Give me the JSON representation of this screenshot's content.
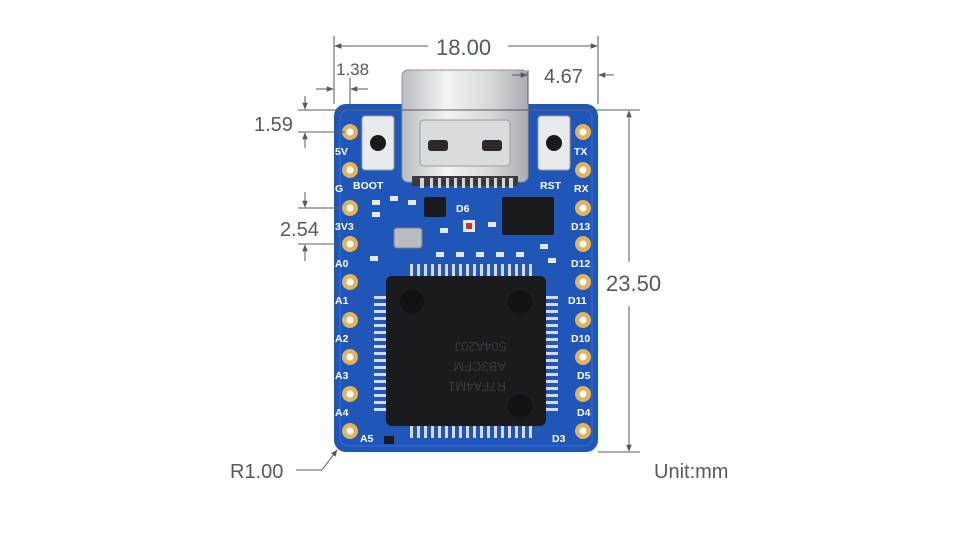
{
  "dimensions": {
    "width": "18.00",
    "left_offset": "1.38",
    "right_offset": "4.67",
    "top_offset": "1.59",
    "pin_pitch": "2.54",
    "height": "23.50",
    "corner_radius": "R1.00",
    "unit": "Unit:mm"
  },
  "board": {
    "left_pins": [
      "5V",
      "G",
      "3V3",
      "A0",
      "A1",
      "A2",
      "A3",
      "A4",
      "A5"
    ],
    "right_pins": [
      "TX",
      "RX",
      "D13",
      "D12",
      "D11",
      "D10",
      "D5",
      "D4",
      "D3"
    ],
    "button_labels": [
      "BOOT",
      "RST"
    ],
    "led_label": "D6",
    "chip_markings": [
      "R7FA4M1",
      "AB3CFM",
      "504A20J"
    ]
  },
  "colors": {
    "board": "#1f56b8",
    "pad": "#e0b35c",
    "chip": "#1b1b1d",
    "dimension": "#555a60"
  }
}
